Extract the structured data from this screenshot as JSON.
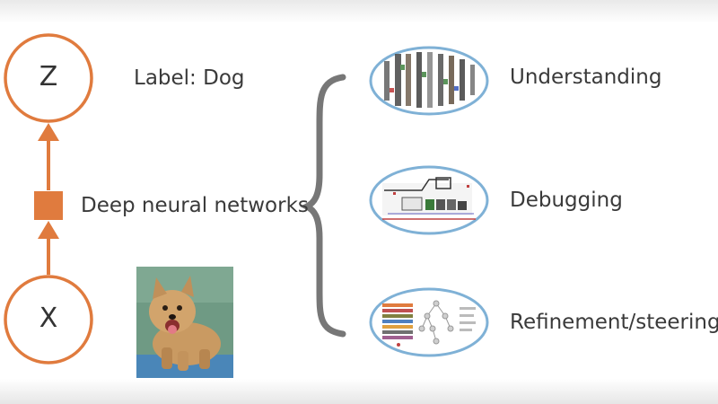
{
  "nodes": {
    "output_letter": "Z",
    "input_letter": "X"
  },
  "labels": {
    "output_label": "Label: Dog",
    "model": "Deep neural networks"
  },
  "applications": [
    {
      "name": "Understanding"
    },
    {
      "name": "Debugging"
    },
    {
      "name": "Refinement/steering"
    }
  ],
  "colors": {
    "accent": "#e07b3e",
    "brace": "#777777",
    "thumb_ring": "#7fb1d6",
    "text": "#3a3a3a"
  },
  "icons": {
    "input_image": "dog-photo-icon"
  }
}
